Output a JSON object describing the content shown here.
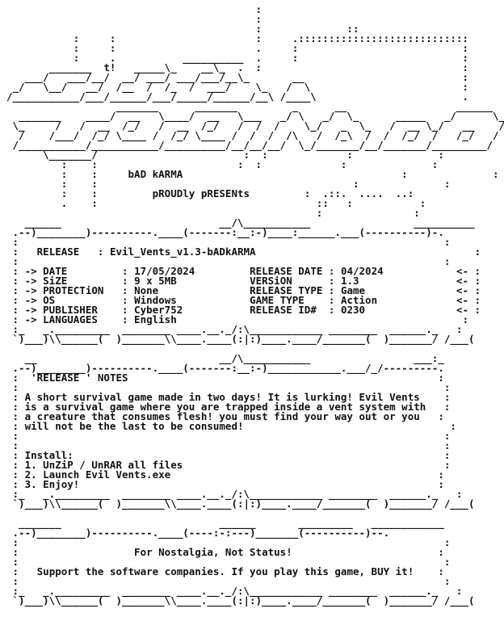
{
  "group": {
    "tagline_1": "bAD kARMA",
    "tagline_2": "pROUDly pRESENts"
  },
  "release_box": {
    "release_label": "RELEASE",
    "release_value": "Evil_Vents_v1.3-bADkARMA",
    "left_fields": [
      {
        "label": "DATE",
        "value": "17/05/2024"
      },
      {
        "label": "SiZE",
        "value": "9 x 5MB"
      },
      {
        "label": "PROTECTiON",
        "value": "None"
      },
      {
        "label": "OS",
        "value": "Windows"
      },
      {
        "label": "PUBLISHER",
        "value": "Cyber752"
      },
      {
        "label": "LANGUAGES",
        "value": "English"
      }
    ],
    "right_fields": [
      {
        "label": "RELEASE DATE",
        "value": "04/2024"
      },
      {
        "label": "VERSiON",
        "value": "1.3"
      },
      {
        "label": "RELEASE TYPE",
        "value": "Game"
      },
      {
        "label": "GAME TYPE",
        "value": "Action"
      },
      {
        "label": "RELEASE ID#",
        "value": "0230"
      }
    ]
  },
  "notes_box": {
    "heading": "'RELEASE ' NOTES",
    "description_lines": [
      "A short survival game made in two days! It is lurking! Evil Vents",
      "is a survival game where you are trapped inside a vent system with",
      "a creature that consumes flesh! you must find your way out or you",
      "will not be the last to be consumed!"
    ],
    "install_heading": "Install:",
    "install_steps": [
      "1. UnZiP / UnRAR all files",
      "2. Launch Evil Vents.exe",
      "3. Enjoy!"
    ]
  },
  "footer_box": {
    "motto": "For Nostalgia, Not Status!",
    "notice": "Support the software companies. If you play this game, BUY it!"
  }
}
